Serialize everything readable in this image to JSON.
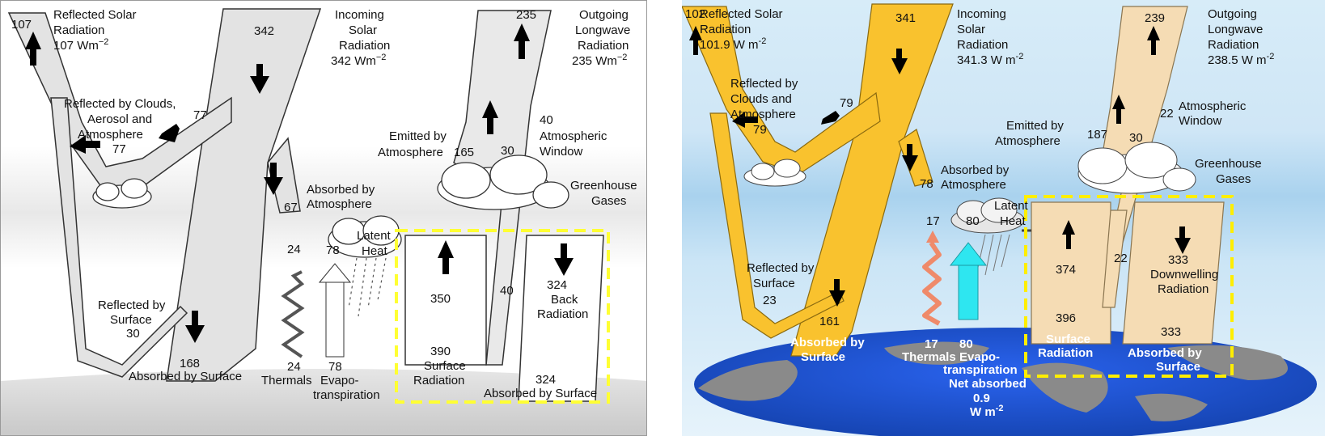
{
  "left": {
    "labels": {
      "reflected_solar_value": "107",
      "reflected_solar_title_1": "Reflected Solar",
      "reflected_solar_title_2": "Radiation",
      "reflected_solar_title_3": "107 Wm",
      "reflected_solar_unit_sup": "−2",
      "incoming_value": "342",
      "incoming_title_1": "Incoming",
      "incoming_title_2": "Solar",
      "incoming_title_3": "Radiation",
      "incoming_title_4": "342 Wm",
      "incoming_unit_sup": "−2",
      "olr_value": "235",
      "olr_title_1": "Outgoing",
      "olr_title_2": "Longwave",
      "olr_title_3": "Radiation",
      "olr_title_4": "235 Wm",
      "olr_unit_sup": "−2",
      "clouds_title_1": "Reflected by Clouds,",
      "clouds_title_2": "Aerosol and",
      "clouds_title_3": "Atmosphere",
      "clouds_value_a": "77",
      "clouds_value_b": "77",
      "emitted_title_1": "Emitted by",
      "emitted_title_2": "Atmosphere",
      "emitted_value": "165",
      "window_value_a": "30",
      "window_value_b": "40",
      "window_title_1": "Atmospheric",
      "window_title_2": "Window",
      "greenhouse_1": "Greenhouse",
      "greenhouse_2": "Gases",
      "absorbed_atm_value": "67",
      "absorbed_atm_1": "Absorbed by",
      "absorbed_atm_2": "Atmosphere",
      "latent_value": "78",
      "latent_1": "Latent",
      "latent_2": "Heat",
      "thermals_top": "24",
      "thermals_bottom": "24",
      "thermals_label": "Thermals",
      "evap_bottom": "78",
      "evap_1": "Evapo-",
      "evap_2": "transpiration",
      "reflected_surface_1": "Reflected by",
      "reflected_surface_2": "Surface",
      "reflected_surface_value": "30",
      "absorbed_surface_value": "168",
      "absorbed_surface_label": "Absorbed by Surface",
      "surface_rad_top": "350",
      "surface_rad_bottom": "390",
      "surface_rad_1": "Surface",
      "surface_rad_2": "Radiation",
      "window_low_value": "40",
      "back_value": "324",
      "back_1": "Back",
      "back_2": "Radiation",
      "back_absorbed_value": "324",
      "back_absorbed_label": "Absorbed by Surface"
    },
    "colors": {
      "band": "#e5e5e5",
      "band_stroke": "#333333",
      "highlight": "#ffff33"
    }
  },
  "right": {
    "labels": {
      "reflected_solar_value": "102",
      "reflected_solar_title_1": "Reflected Solar",
      "reflected_solar_title_2": "Radiation",
      "reflected_solar_title_3": "101.9 W m",
      "reflected_solar_unit_sup": "-2",
      "incoming_value": "341",
      "incoming_title_1": "Incoming",
      "incoming_title_2": "Solar",
      "incoming_title_3": "Radiation",
      "incoming_title_4": "341.3 W m",
      "incoming_unit_sup": "-2",
      "olr_value": "239",
      "olr_title_1": "Outgoing",
      "olr_title_2": "Longwave",
      "olr_title_3": "Radiation",
      "olr_title_4": "238.5 W m",
      "olr_unit_sup": "-2",
      "clouds_title_1": "Reflected by",
      "clouds_title_2": "Clouds and",
      "clouds_title_3": "Atmosphere",
      "clouds_value_a": "79",
      "clouds_value_b": "79",
      "emitted_title_1": "Emitted by",
      "emitted_title_2": "Atmosphere",
      "emitted_value": "187",
      "window_value_a": "30",
      "window_value_b": "22",
      "window_title_1": "Atmospheric",
      "window_title_2": "Window",
      "greenhouse_1": "Greenhouse",
      "greenhouse_2": "Gases",
      "absorbed_atm_value": "78",
      "absorbed_atm_1": "Absorbed by",
      "absorbed_atm_2": "Atmosphere",
      "latent_value": "80",
      "latent_1": "Latent",
      "latent_2": "Heat",
      "thermals_top": "17",
      "thermals_bottom": "17",
      "thermals_label": "Thermals",
      "evap_bottom": "80",
      "evap_1": "Evapo-",
      "evap_2": "transpiration",
      "reflected_surface_1": "Reflected by",
      "reflected_surface_2": "Surface",
      "reflected_surface_value": "23",
      "absorbed_surface_value": "161",
      "absorbed_surface_1": "Absorbed by",
      "absorbed_surface_2": "Surface",
      "surface_rad_top": "374",
      "surface_rad_bottom": "396",
      "surface_rad_1": "Surface",
      "surface_rad_2": "Radiation",
      "window_low_value": "22",
      "back_value": "333",
      "back_1": "Downwelling",
      "back_2": "Radiation",
      "back_absorbed_value": "333",
      "back_absorbed_1": "Absorbed by",
      "back_absorbed_2": "Surface",
      "net_1": "Net absorbed",
      "net_2": "0.9",
      "net_3": "W m",
      "net_unit_sup": "-2"
    },
    "colors": {
      "solar": "#f9c22e",
      "longwave": "#f5dcb4",
      "sky": "#cfe7f6",
      "ocean": "#1e4fd8",
      "land": "#8a8a8a",
      "thermals": "#ef8a6a",
      "evap": "#2ee6f0",
      "highlight": "#ffee00"
    }
  }
}
